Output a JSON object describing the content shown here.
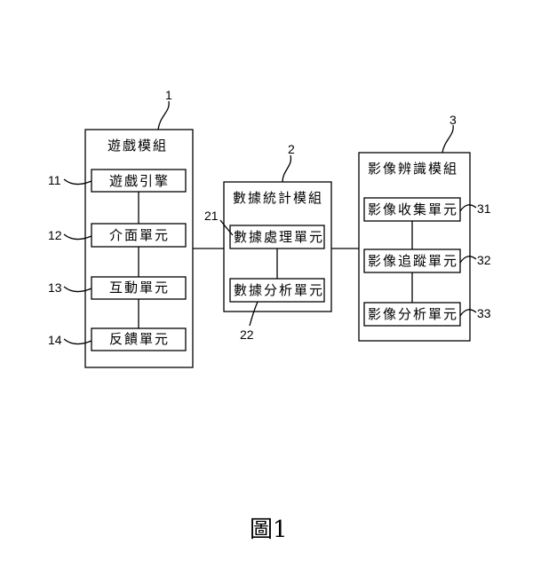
{
  "figure": {
    "caption": "圖1"
  },
  "modules": [
    {
      "ref": "1",
      "title": "遊戲模組",
      "units": [
        {
          "ref": "11",
          "label": "遊戲引擎"
        },
        {
          "ref": "12",
          "label": "介面單元"
        },
        {
          "ref": "13",
          "label": "互動單元"
        },
        {
          "ref": "14",
          "label": "反饋單元"
        }
      ]
    },
    {
      "ref": "2",
      "title": "數據統計模組",
      "units": [
        {
          "ref": "21",
          "label": "數據處理單元"
        },
        {
          "ref": "22",
          "label": "數據分析單元"
        }
      ]
    },
    {
      "ref": "3",
      "title": "影像辨識模組",
      "units": [
        {
          "ref": "31",
          "label": "影像收集單元"
        },
        {
          "ref": "32",
          "label": "影像追蹤單元"
        },
        {
          "ref": "33",
          "label": "影像分析單元"
        }
      ]
    }
  ]
}
